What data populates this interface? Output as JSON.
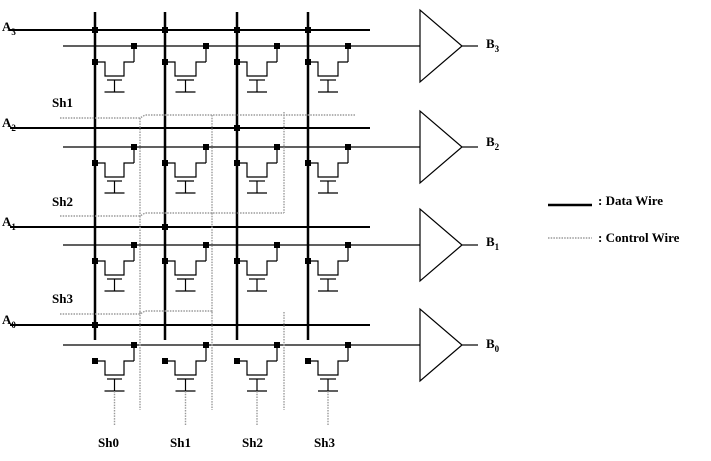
{
  "inputs": [
    {
      "base": "A",
      "sub": "3"
    },
    {
      "base": "A",
      "sub": "2"
    },
    {
      "base": "A",
      "sub": "1"
    },
    {
      "base": "A",
      "sub": "0"
    }
  ],
  "outputs": [
    {
      "base": "B",
      "sub": "3"
    },
    {
      "base": "B",
      "sub": "2"
    },
    {
      "base": "B",
      "sub": "1"
    },
    {
      "base": "B",
      "sub": "0"
    }
  ],
  "side_controls": [
    "Sh1",
    "Sh2",
    "Sh3"
  ],
  "bottom_controls": [
    "Sh0",
    "Sh1",
    "Sh2",
    "Sh3"
  ],
  "legend": {
    "data_wire": ": Data Wire",
    "control_wire": ": Control Wire"
  }
}
